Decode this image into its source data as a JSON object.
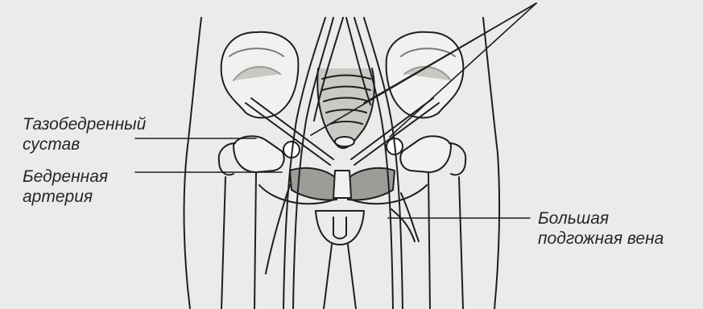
{
  "labels": {
    "hip_joint": {
      "line1": "Тазобедренный",
      "line2": "сустав"
    },
    "femoral_artery": {
      "line1": "Бедренная",
      "line2": "артерия"
    },
    "great_saphenous_vein": {
      "line1": "Большая",
      "line2": "подгожная вена"
    }
  },
  "colors": {
    "background": "#ebebea",
    "ink": "#1f1f1f",
    "bone_shade": "#b8b8b5",
    "bone_fill": "#f1f1ef"
  }
}
